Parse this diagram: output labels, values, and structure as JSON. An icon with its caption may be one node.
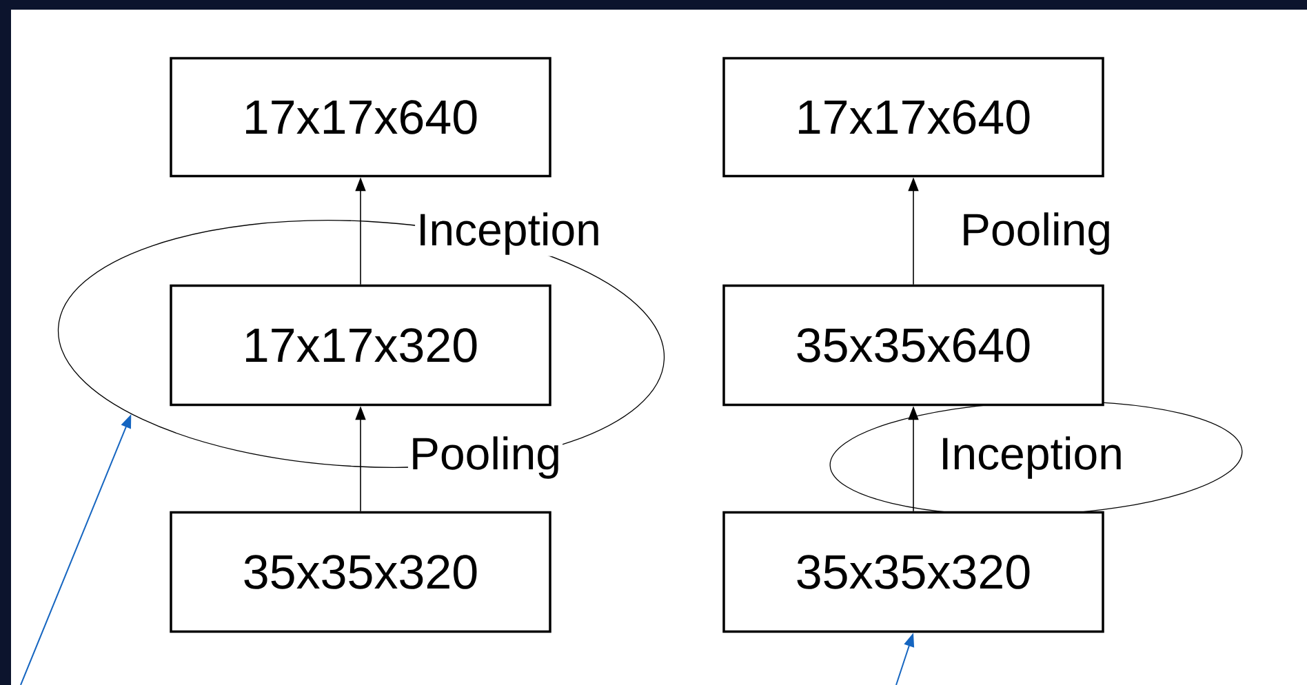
{
  "diagram": {
    "nodes": [
      {
        "text": [
          "17x17x640"
        ]
      },
      {
        "text": [
          "17x17x320"
        ],
        "in": 3
      },
      {
        "text": [
          "35x35x320"
        ]
      },
      {
        "text": [],
        "shape": "ellipse"
      },
      {
        "text": [
          "17x17x640"
        ]
      },
      {
        "text": [
          "35x35x640"
        ]
      },
      {
        "text": [
          "35x35x320"
        ]
      }
    ],
    "edges": [
      {
        "from": 2,
        "to": 1,
        "arrow": "to",
        "label": "Pooling"
      },
      {
        "from": 1,
        "to": 0,
        "arrow": "to",
        "label": "Inception"
      },
      {
        "from": 6,
        "to": 5,
        "arrow": "to",
        "label": "Inception"
      },
      {
        "from": 5,
        "to": 4,
        "arrow": "to",
        "label": "Pooling"
      },
      {
        "from": null,
        "to": 3,
        "arrow": "to",
        "color": "#1565c0"
      },
      {
        "from": null,
        "to": 6,
        "arrow": "to",
        "color": "#1565c0"
      }
    ]
  }
}
